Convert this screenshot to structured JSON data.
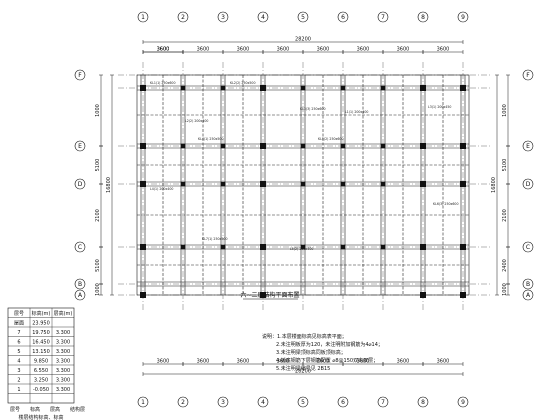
{
  "drawing": {
    "plan_title": "六~二层结构平面布置",
    "total_width": "28200",
    "total_depth": "16800",
    "top_bays": [
      "3600",
      "3600",
      "3600",
      "3600",
      "3600",
      "3600",
      "3600",
      "3600"
    ],
    "bottom_bays": [
      "3600",
      "3600",
      "3600",
      "3600",
      "3600",
      "3600",
      "3600",
      "3600"
    ],
    "left_bays": [
      "1000",
      "5100",
      "2100",
      "5100",
      "1000"
    ],
    "right_bays": [
      "1000",
      "5100",
      "2100",
      "2400",
      "1000"
    ],
    "axis_top": [
      "1",
      "2",
      "3",
      "4",
      "5",
      "6",
      "7",
      "8",
      "9"
    ],
    "axis_bottom": [
      "1",
      "2",
      "3",
      "4",
      "5",
      "6",
      "7",
      "8",
      "9"
    ],
    "axis_left": [
      "F",
      "E",
      "D",
      "C",
      "B",
      "A"
    ],
    "axis_right": [
      "F",
      "E",
      "D",
      "C",
      "B",
      "A"
    ],
    "notes": [
      "说明：1.本层楼面标高见标高表平面；",
      "2.未注明板厚为120，未注明附加钢筋为4⌀14；",
      "3.未注明梁顶标高同板顶标高；",
      "4.板底钢筋下层钢筋配置 ⌀8@150双向双层；",
      "5.未注明梁编号见 2B15"
    ],
    "level_table": {
      "title": "楼层结构标高、标高",
      "header": [
        "层号",
        "标高(m)",
        "层高(m)"
      ],
      "rows": [
        [
          "屋面",
          "23.950",
          ""
        ],
        [
          "7",
          "19.750",
          "3.300"
        ],
        [
          "6",
          "16.450",
          "3.300"
        ],
        [
          "5",
          "13.150",
          "3.300"
        ],
        [
          "4",
          "9.850",
          "3.300"
        ],
        [
          "3",
          "6.550",
          "3.300"
        ],
        [
          "2",
          "3.250",
          "3.300"
        ],
        [
          "1",
          "-0.050",
          "3.300"
        ]
      ],
      "footer": [
        "层号",
        "标高",
        "层高",
        "结构层"
      ]
    },
    "beam_labels": [
      "KL1(1) 250x600",
      "KL2(2) 250x500",
      "KL3(3) 250x600",
      "L1(1) 200x400",
      "L2(2) 200x400",
      "KL4(1) 250x500",
      "KL5(2) 250x600",
      "L3(1) 200x450",
      "KL6(3) 250x600",
      "L4(1) 200x400",
      "KL7(1) 250x500",
      "L5(2) 200x400"
    ],
    "colors": {
      "line": "#1a1a1a",
      "dash": "#333333",
      "column": "#111111"
    }
  }
}
